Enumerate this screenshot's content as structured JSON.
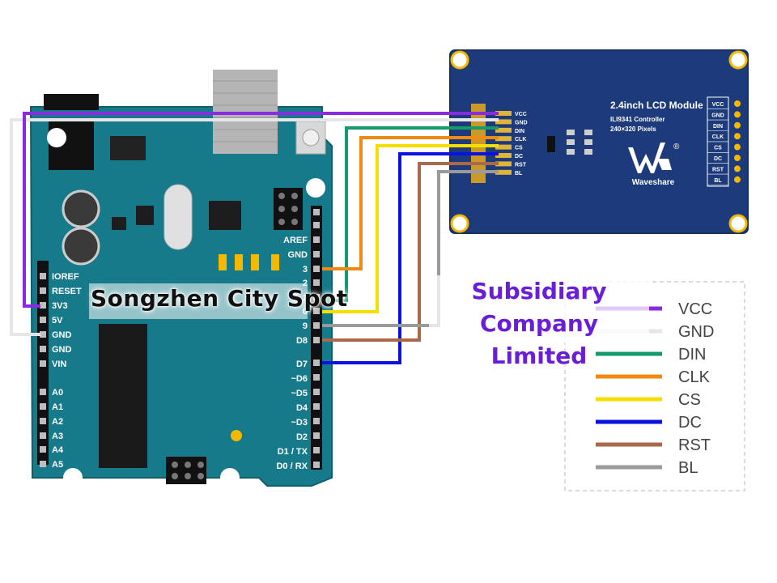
{
  "lcd": {
    "title": "2.4inch LCD Module",
    "controller": "ILI9341 Controller",
    "resolution": "240×320 Pixels",
    "brand": "Waveshare",
    "registered": "®",
    "pins": [
      "VCC",
      "GND",
      "DIN",
      "CLK",
      "CS",
      "DC",
      "RST",
      "BL"
    ]
  },
  "arduino": {
    "left_header": [
      "IOREF",
      "RESET",
      "3V3",
      "5V",
      "GND",
      "GND",
      "VIN"
    ],
    "analog_header": [
      "A0",
      "A1",
      "A2",
      "A3",
      "A4",
      "A5"
    ],
    "right_header_top": [
      "AREF",
      "GND",
      "3",
      "2",
      "1",
      "0",
      "9",
      "D8"
    ],
    "right_header_bottom": [
      "D7",
      "~D6",
      "~D5",
      "D4",
      "~D3",
      "D2",
      "D1 / TX",
      "D0 / RX"
    ]
  },
  "legend": {
    "items": [
      {
        "label": "VCC",
        "color": "#8a2be2"
      },
      {
        "label": "GND",
        "color": "#e6e6e6"
      },
      {
        "label": "DIN",
        "color": "#169a6a"
      },
      {
        "label": "CLK",
        "color": "#f08a10"
      },
      {
        "label": "CS",
        "color": "#f5df00"
      },
      {
        "label": "DC",
        "color": "#0a12e0"
      },
      {
        "label": "RST",
        "color": "#a86a4a"
      },
      {
        "label": "BL",
        "color": "#9a9a9a"
      }
    ]
  },
  "watermark": {
    "left": "Songzhen City Spot",
    "right_line1": "Subsidiary Company",
    "right_line2": "Limited"
  }
}
